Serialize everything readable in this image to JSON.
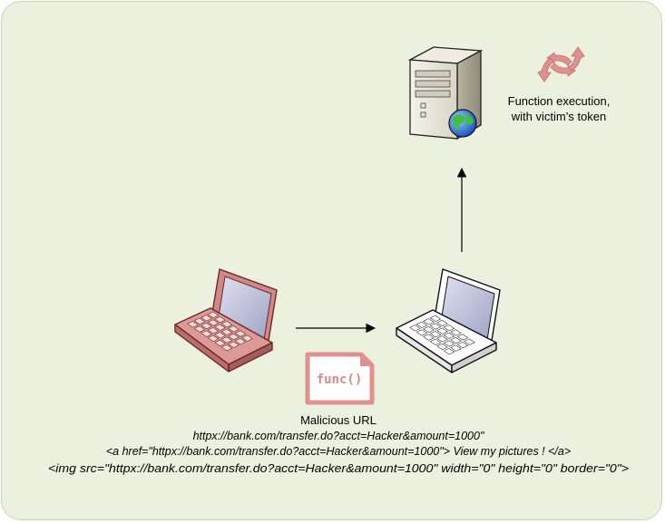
{
  "colors": {
    "background": "#ebf1de",
    "panel_border": "#c7d5b0",
    "attacker_laptop": "#d9918e",
    "attacker_outline": "#7a2a2a",
    "victim_laptop": "#ffffff",
    "accent": "#e0918d",
    "arrow": "#000000"
  },
  "icons": {
    "attacker": "laptop-icon",
    "victim": "laptop-icon",
    "server": "server-icon",
    "globe": "globe-icon",
    "sync": "sync-arrows-icon",
    "document": "function-document-icon"
  },
  "server_caption": {
    "line1": "Function execution,",
    "line2": "with victim’s token"
  },
  "document": {
    "label": "func()"
  },
  "payload": {
    "title": "Malicious URL",
    "url": "httpx://bank.com/transfer.do?acct=Hacker&amount=1000\"",
    "anchor": "<a href=\"httpx://bank.com/transfer.do?acct=Hacker&amount=1000\"> View my pictures ! </a>",
    "img": "<img src=\"httpx://bank.com/transfer.do?acct=Hacker&amount=1000\" width=\"0\" height=\"0\" border=\"0\">"
  }
}
